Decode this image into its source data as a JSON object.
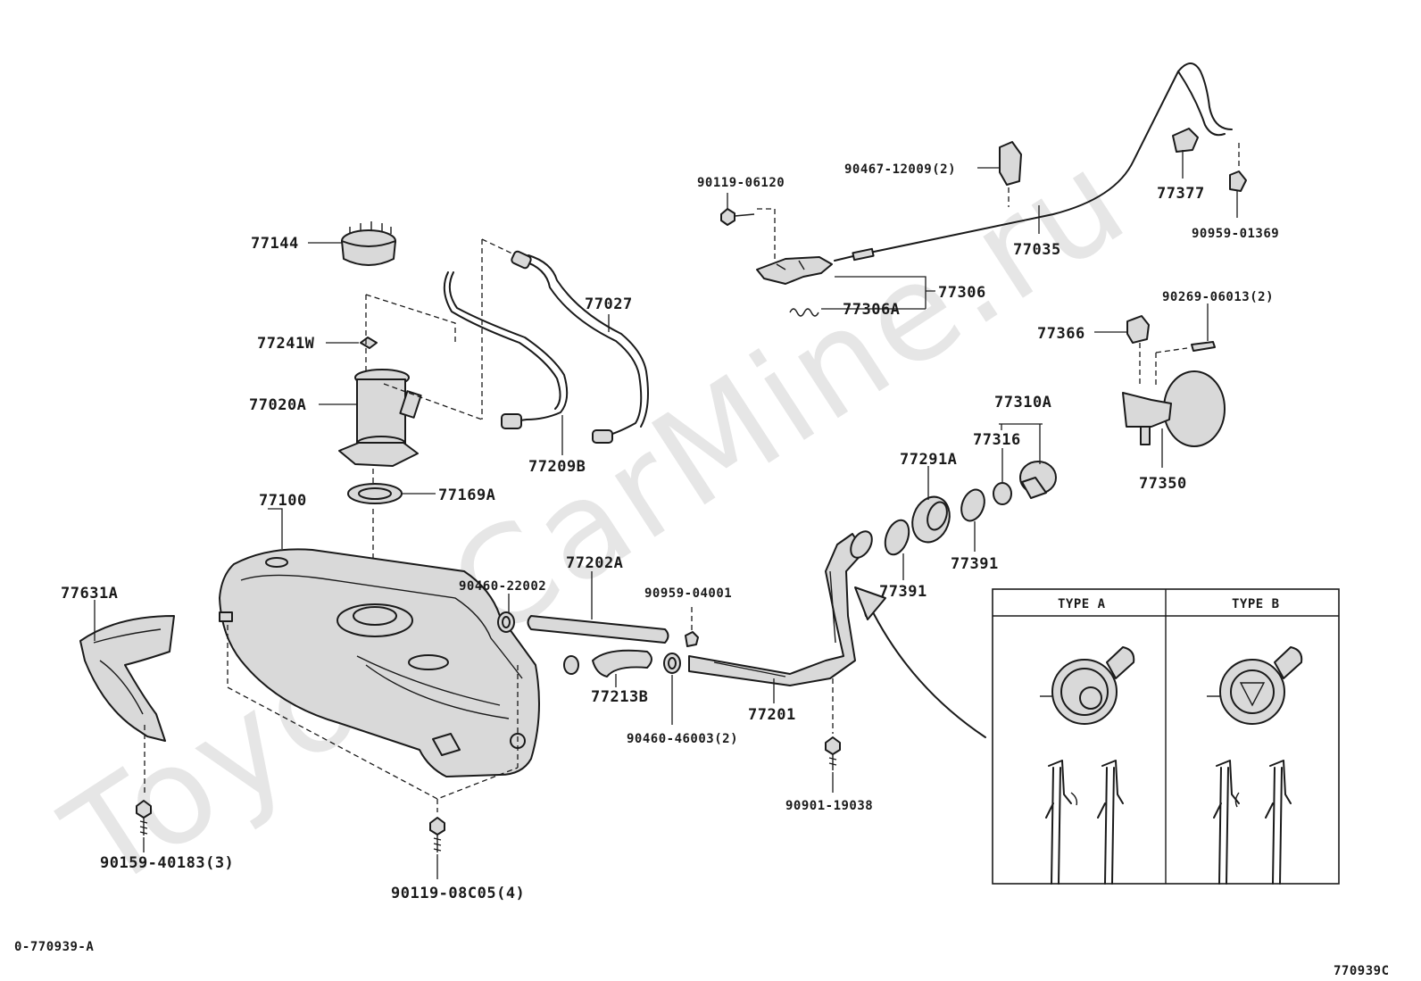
{
  "watermark": "ToyotaCarMine.ru",
  "footer": {
    "left_code": "0-770939-A",
    "right_code": "770939C"
  },
  "inset": {
    "type_a": "TYPE A",
    "type_b": "TYPE B"
  },
  "labels": {
    "p77144": "77144",
    "p77241w": "77241W",
    "p77020a": "77020A",
    "p77027": "77027",
    "p77209b": "77209B",
    "p77100": "77100",
    "p77169a": "77169A",
    "p77631a": "77631A",
    "p90159": "90159-40183(3)",
    "p90119_08c05": "90119-08C05(4)",
    "p90460_22002": "90460-22002",
    "p77202a": "77202A",
    "p90959_04001": "90959-04001",
    "p77213b": "77213B",
    "p90460_46003": "90460-46003(2)",
    "p77201": "77201",
    "p90901": "90901-19038",
    "p90119_06120": "90119-06120",
    "p90467": "90467-12009(2)",
    "p77035": "77035",
    "p77377": "77377",
    "p90959_01369": "90959-01369",
    "p77306": "77306",
    "p77306a": "77306A",
    "p77366": "77366",
    "p90269": "90269-06013(2)",
    "p77350": "77350",
    "p77310a": "77310A",
    "p77316": "77316",
    "p77291a": "77291A",
    "p77391_upper": "77391",
    "p77391_lower": "77391"
  }
}
